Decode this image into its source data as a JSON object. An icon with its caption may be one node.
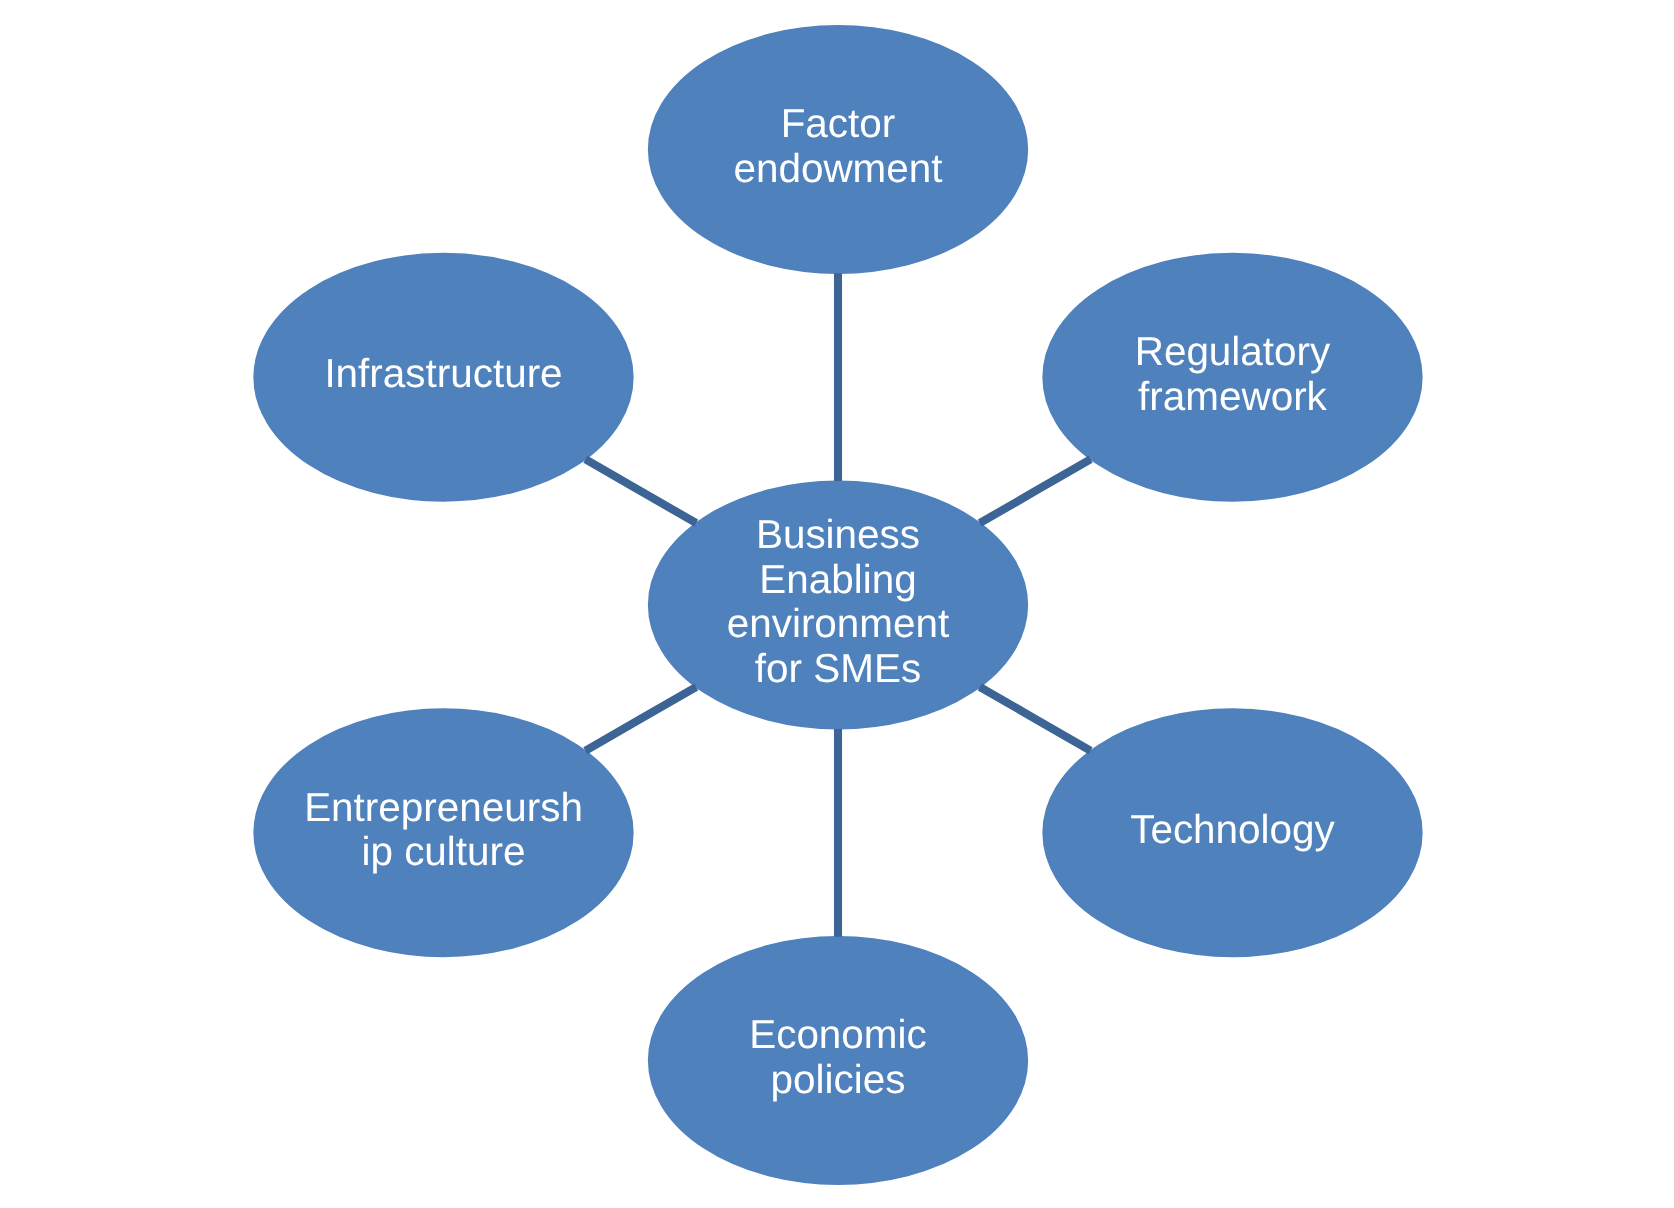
{
  "diagram": {
    "nodes": [
      {
        "text": [
          "Regulatory framework"
        ]
      },
      {
        "text": [
          "Factor endowment"
        ]
      },
      {
        "text": [
          "Infrastructure"
        ]
      },
      {
        "text": [
          "Business Enabling environment for SMEs"
        ]
      },
      {
        "text": [
          "Entrepreneursh ip culture"
        ]
      },
      {
        "text": [
          "Economic policies"
        ]
      },
      {
        "text": [
          "Technology"
        ]
      }
    ],
    "edges": [
      {
        "from": 3,
        "to": 0,
        "arrow": "none"
      },
      {
        "from": 3,
        "to": 2,
        "arrow": "none"
      },
      {
        "from": 3,
        "to": 4,
        "arrow": "none"
      },
      {
        "from": 3,
        "to": 6,
        "arrow": "none"
      },
      {
        "from": 3,
        "to": 5,
        "arrow": "none"
      },
      {
        "from": 3,
        "to": 1,
        "arrow": "none"
      }
    ]
  }
}
